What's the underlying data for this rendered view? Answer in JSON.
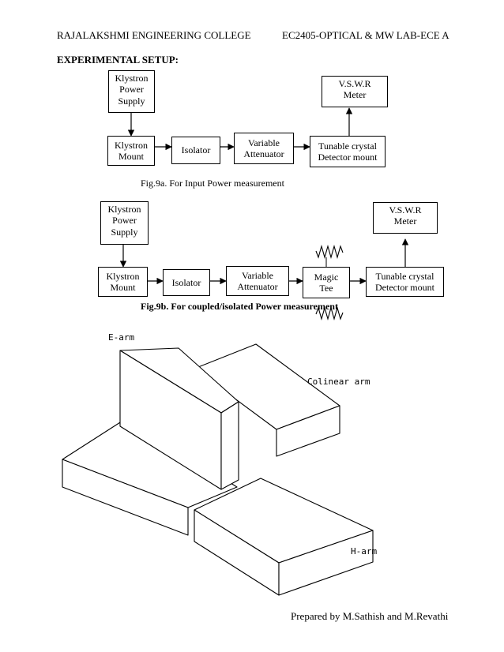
{
  "header": {
    "left": "RAJALAKSHMI ENGINEERING COLLEGE",
    "right": "EC2405-OPTICAL & MW LAB-ECE A"
  },
  "section_title": "EXPERIMENTAL SETUP:",
  "fig_a": {
    "blocks": {
      "power_supply": "Klystron\nPower\nSupply",
      "mount": "Klystron\nMount",
      "isolator": "Isolator",
      "attenuator": "Variable\nAttenuator",
      "detector": "Tunable crystal\nDetector mount",
      "vswr": "V.S.W.R\nMeter"
    },
    "caption": "Fig.9a. For Input Power measurement"
  },
  "fig_b": {
    "blocks": {
      "power_supply": "Klystron\nPower\nSupply",
      "mount": "Klystron\nMount",
      "isolator": "Isolator",
      "attenuator": "Variable\nAttenuator",
      "magic_tee": "Magic\nTee",
      "detector": "Tunable crystal\nDetector mount",
      "vswr": "V.S.W.R\nMeter"
    },
    "caption": "Fig.9b. For coupled/isolated Power measurement"
  },
  "tee_drawing": {
    "e_arm": "E-arm",
    "colinear_arm": "Colinear arm",
    "h_arm": "H-arm"
  },
  "footer": "Prepared by M.Sathish and M.Revathi"
}
